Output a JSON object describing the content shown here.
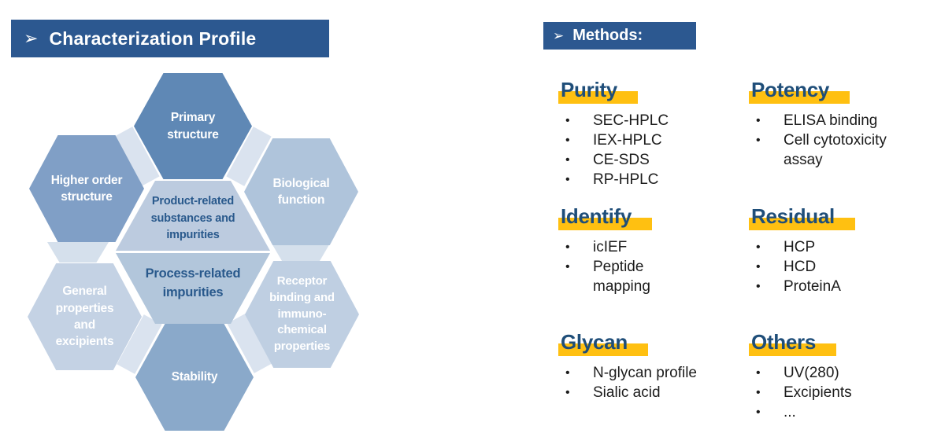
{
  "banners": {
    "characterization": {
      "arrow": "➢",
      "title": "Characterization Profile"
    },
    "methods": {
      "arrow": "➢",
      "title": "Methods:"
    }
  },
  "diagram": {
    "hexagons": {
      "primary": {
        "label": "Primary\nstructure"
      },
      "higher_order": {
        "label": "Higher order\nstructure"
      },
      "biological": {
        "label": "Biological\nfunction"
      },
      "general": {
        "label": "General\nproperties\nand\nexcipients"
      },
      "receptor": {
        "label": "Receptor\nbinding and\nimmuno-\nchemical\nproperties"
      },
      "stability": {
        "label": "Stability"
      },
      "center_top": {
        "label": "Product-related\nsubstances and\nimpurities"
      },
      "center_bottom": {
        "label": "Process-related\nimpurities"
      }
    }
  },
  "methods": {
    "bullet": "•",
    "groups": [
      {
        "heading": "Purity",
        "items": [
          "SEC-HPLC",
          "IEX-HPLC",
          "CE-SDS",
          "RP-HPLC"
        ]
      },
      {
        "heading": "Potency",
        "items": [
          "ELISA binding",
          "Cell cytotoxicity\nassay"
        ]
      },
      {
        "heading": "Identify",
        "items": [
          "icIEF",
          "Peptide\nmapping"
        ]
      },
      {
        "heading": "Residual",
        "items": [
          "HCP",
          "HCD",
          "ProteinA"
        ]
      },
      {
        "heading": "Glycan",
        "items": [
          "N-glycan profile",
          "Sialic acid"
        ]
      },
      {
        "heading": "Others",
        "items": [
          "UV(280)",
          "Excipients",
          "..."
        ]
      }
    ]
  },
  "colors": {
    "banner_bg": "#2c5890",
    "heading_text": "#1f4e79",
    "highlight": "#ffc011",
    "hex_primary": "#5f88b5",
    "hex_higher_order": "#809fc6",
    "hex_biological": "#afc4db",
    "hex_general": "#c4d2e4",
    "hex_receptor": "#bfcfe2",
    "hex_stability": "#8aa9ca",
    "hex_center_top": "#bccbdf",
    "hex_center_bottom": "#b2c6db",
    "center_text": "#29598c",
    "connector": "#dae3ef"
  }
}
